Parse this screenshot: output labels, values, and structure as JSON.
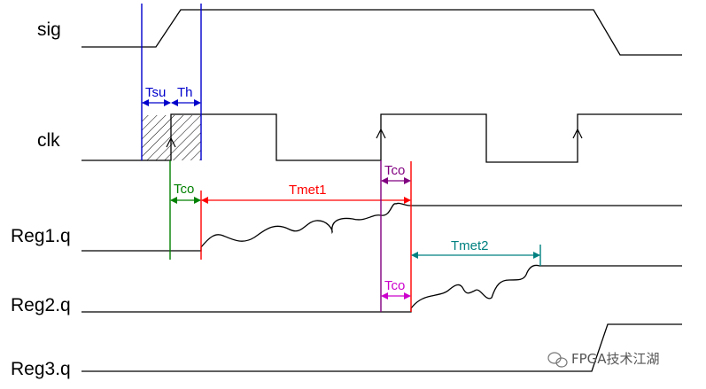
{
  "signals": [
    {
      "id": "sig",
      "label": "sig"
    },
    {
      "id": "clk",
      "label": "clk"
    },
    {
      "id": "reg1",
      "label": "Reg1.q"
    },
    {
      "id": "reg2",
      "label": "Reg2.q"
    },
    {
      "id": "reg3",
      "label": "Reg3.q"
    }
  ],
  "annotations": {
    "tsu": "Tsu",
    "th": "Th",
    "tco_reg1": "Tco",
    "tmet1": "Tmet1",
    "tco_clk2": "Tco",
    "tco_reg2": "Tco",
    "tmet2": "Tmet2"
  },
  "colors": {
    "trace": "#000000",
    "setup_hold": "#0000cc",
    "tco_reg1": "#008000",
    "tmet1": "#ff0000",
    "tco_clk2": "#800080",
    "tco_reg2": "#cc00cc",
    "tmet2": "#008080"
  },
  "watermark": {
    "text": "FPGA技术江湖",
    "icon": "wechat-icon"
  }
}
